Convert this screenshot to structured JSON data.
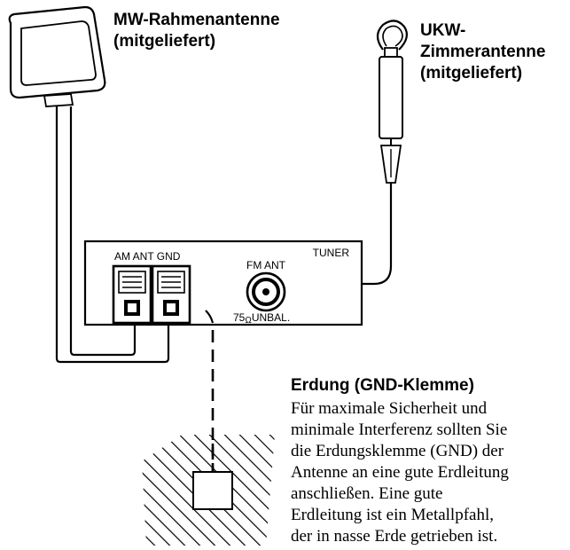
{
  "labels": {
    "mw_antenna_line1": "MW-Rahmenantenne",
    "mw_antenna_line2": "(mitgeliefert)",
    "fm_antenna_line1": "UKW-",
    "fm_antenna_line2": "Zimmerantenne",
    "fm_antenna_line3": "(mitgeliefert)",
    "tuner": "TUNER",
    "am_ant_gnd": "AM ANT GND",
    "fm_ant": "FM ANT",
    "impedance_prefix": "75",
    "impedance_symbol": "Ω",
    "impedance_suffix": "UNBAL."
  },
  "grounding": {
    "heading": "Erdung (GND-Klemme)",
    "lines": [
      "Für maximale Sicherheit und",
      "minimale Interferenz sollten Sie",
      "die Erdungsklemme (GND) der",
      "Antenne an eine gute Erdleitung",
      "anschließen. Eine gute",
      "Erdleitung ist ein Metallpfahl,",
      "der in nasse Erde getrieben ist."
    ]
  }
}
